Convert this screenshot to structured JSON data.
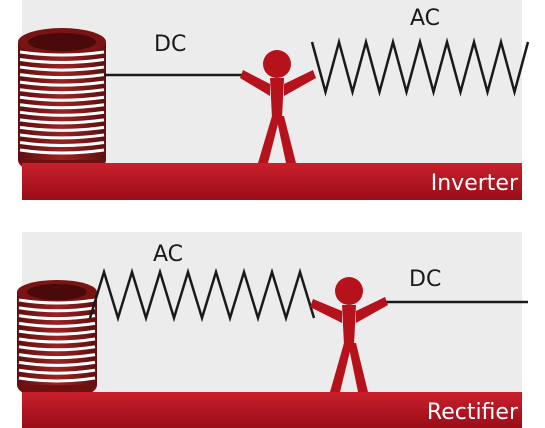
{
  "inverter": {
    "input_label": "DC",
    "output_label": "AC",
    "name": "Inverter"
  },
  "rectifier": {
    "input_label": "AC",
    "output_label": "DC",
    "name": "Rectifier"
  },
  "colors": {
    "panel": "#ececec",
    "banner": "#b0121f",
    "figure": "#b5121b",
    "coil": "#8c1a1a",
    "wire": "#1a1a1a"
  }
}
